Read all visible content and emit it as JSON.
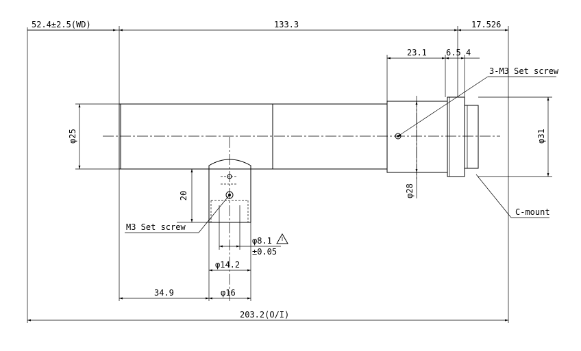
{
  "dimensions": {
    "wd": "52.4±2.5(WD)",
    "length_main": "133.3",
    "length_right": "17.526",
    "len_23_1": "23.1",
    "len_6_5": "6.5",
    "len_4": "4",
    "dia_25": "φ25",
    "dia_31": "φ31",
    "dia_28": "φ28",
    "height_20": "20",
    "dia_8_1": "φ8.1",
    "tol_8_1": "±0.05",
    "dia_14_2": "φ14.2",
    "len_34_9": "34.9",
    "dia_16": "φ16",
    "total": "203.2(O/I)"
  },
  "callouts": {
    "set_screw_3": "3-M3 Set screw",
    "set_screw_m3": "M3 Set screw",
    "c_mount": "C-mount"
  },
  "symbols": {
    "warning_triangle": "triangle-warning-icon"
  }
}
